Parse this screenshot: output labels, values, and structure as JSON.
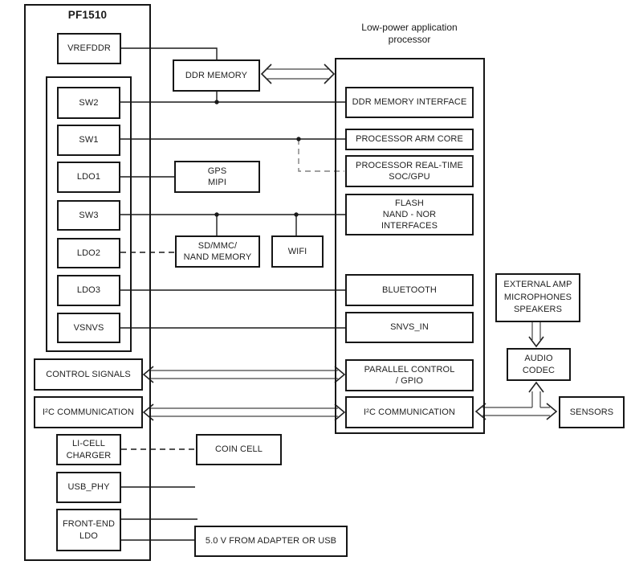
{
  "pmic": {
    "title": "PF1510",
    "blocks": {
      "vrefddr": "VREFDDR",
      "sw2": "SW2",
      "sw1": "SW1",
      "ldo1": "LDO1",
      "sw3": "SW3",
      "ldo2": "LDO2",
      "ldo3": "LDO3",
      "vsnvs": "VSNVS",
      "control_signals": "CONTROL SIGNALS",
      "i2c": "I²C COMMUNICATION",
      "li_cell_charger": "LI-CELL\nCHARGER",
      "usb_phy": "USB_PHY",
      "front_end_ldo": "FRONT-END\nLDO"
    }
  },
  "processor": {
    "title": "Low-power application\nprocessor",
    "blocks": {
      "ddr_interface": "DDR MEMORY INTERFACE",
      "arm_core": "PROCESSOR ARM CORE",
      "real_time": "PROCESSOR REAL-TIME\nSOC/GPU",
      "flash": "FLASH\nNAND - NOR\nINTERFACES",
      "bluetooth": "BLUETOOTH",
      "snvs_in": "SNVS_IN",
      "parallel_gpio": "PARALLEL CONTROL\n/ GPIO",
      "i2c": "I²C COMMUNICATION"
    }
  },
  "peripherals": {
    "ddr_memory": "DDR MEMORY",
    "gps_mipi": "GPS\nMIPI",
    "sd_mmc": "SD/MMC/\nNAND MEMORY",
    "wifi": "WIFI",
    "coin_cell": "COIN CELL",
    "supply_5v": "5.0 V FROM ADAPTER OR USB"
  },
  "audio": {
    "external_amp": "EXTERNAL AMP\nMICROPHONES\nSPEAKERS",
    "codec": "AUDIO\nCODEC",
    "sensors": "SENSORS"
  },
  "colors": {
    "line": "#1a1a1a",
    "dashed_gray": "#808080",
    "arrow_outline": "#444444",
    "box_border": "#161616"
  }
}
